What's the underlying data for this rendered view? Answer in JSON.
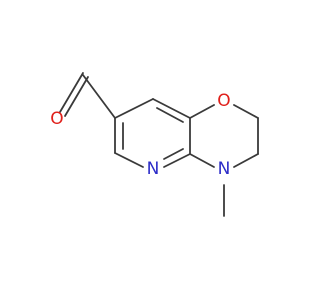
{
  "structure": {
    "atoms": {
      "aldehyde_oxygen": "O",
      "ring_oxygen": "O",
      "ring_nitrogen_amine": "N",
      "pyridine_nitrogen": "N"
    },
    "colors": {
      "bond": "#3a3a3a",
      "oxygen": "#e0201b",
      "nitrogen": "#2c2cc8",
      "background": "#ffffff"
    }
  }
}
